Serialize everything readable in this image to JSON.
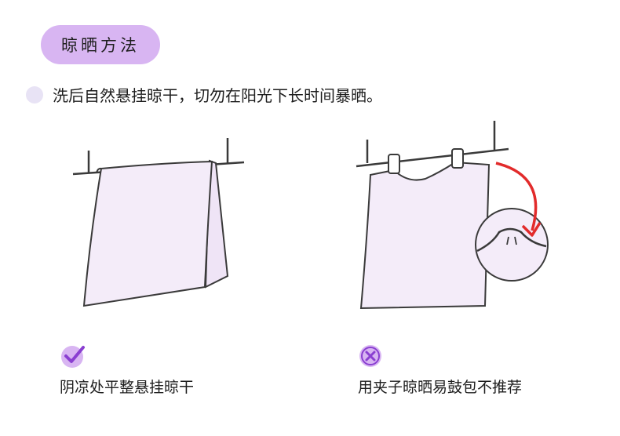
{
  "header": {
    "title": "晾晒方法"
  },
  "tip": {
    "text": "洗后自然悬挂晾干，切勿在阳光下长时间暴晒。"
  },
  "recommended": {
    "caption": "阴凉处平整悬挂晾干",
    "icon": "check-icon"
  },
  "not_recommended": {
    "caption": "用夹子晾晒易鼓包不推荐",
    "icon": "cross-icon"
  },
  "colors": {
    "accent": "#d8b5f2",
    "towel_fill": "#f4ecf9",
    "arrow_red": "#e22b2b",
    "outline": "#3a3a3a"
  }
}
